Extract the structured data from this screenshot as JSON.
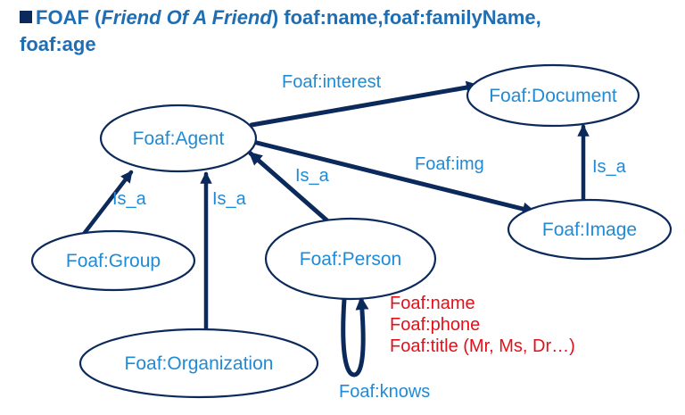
{
  "title": {
    "prefix": "FOAF (",
    "italic": "Friend Of A Friend",
    "suffix": ") foaf:name,foaf:familyName,",
    "line2": "foaf:age"
  },
  "nodes": {
    "agent": "Foaf:Agent",
    "document": "Foaf:Document",
    "image": "Foaf:Image",
    "group": "Foaf:Group",
    "person": "Foaf:Person",
    "organization": "Foaf:Organization"
  },
  "edges": {
    "interest": "Foaf:interest",
    "img": "Foaf:img",
    "isa_document_image": "Is_a",
    "isa_group": "Is_a",
    "isa_organization": "Is_a",
    "isa_person": "Is_a",
    "knows": "Foaf:knows"
  },
  "person_properties": [
    "Foaf:name",
    "Foaf:phone",
    "Foaf:title (Mr, Ms, Dr…)"
  ],
  "colors": {
    "title": "#1f6db3",
    "node_text": "#1f8bd6",
    "edge": "#0b2a5b",
    "property_text": "#e3101a"
  }
}
